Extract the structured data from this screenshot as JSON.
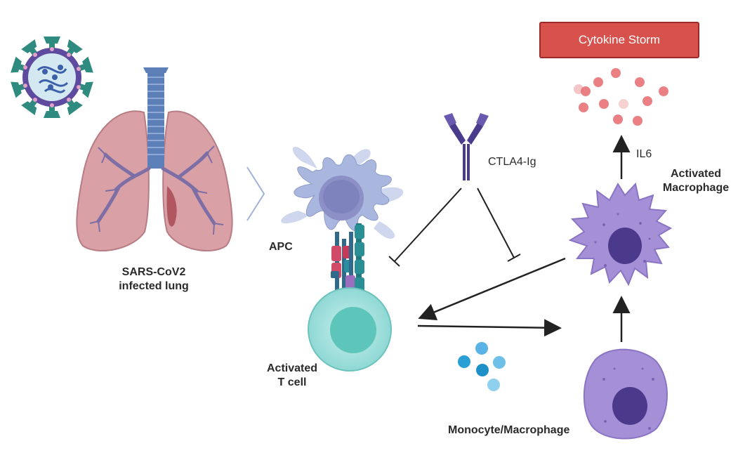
{
  "labels": {
    "lung": [
      "SARS-CoV2",
      "infected lung"
    ],
    "apc": "APC",
    "tcell": [
      "Activated",
      "T cell"
    ],
    "ctla4": "CTLA4-Ig",
    "il6": "IL6",
    "activated_macrophage": [
      "Activated",
      "Macrophage"
    ],
    "monocyte": "Monocyte/Macrophage",
    "cytokine_storm": "Cytokine Storm"
  },
  "colors": {
    "storm_box": "#d8524d",
    "storm_border": "#9c2a28",
    "lung": "#d9a0a6",
    "trachea": "#5c7fb8",
    "apc": "#a9b6dd",
    "tcell": "#8fd8d4",
    "macrophage": "#a58fd6",
    "cytokine": "#e86a6f",
    "monocyte_particles": "#2a9fd6",
    "arrow": "#222222"
  },
  "icons": [
    "coronavirus-icon",
    "lung-icon",
    "apc-cell-icon",
    "t-cell-icon",
    "antibody-icon",
    "macrophage-icon",
    "monocyte-icon",
    "cytokine-particles-icon",
    "receptor-complex-icon"
  ]
}
